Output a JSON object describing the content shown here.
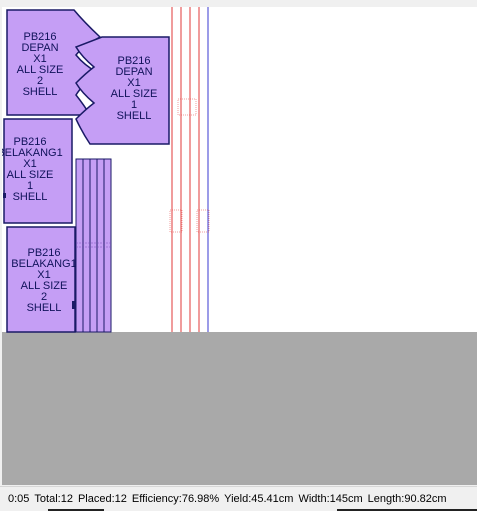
{
  "marker": {
    "colors": {
      "paper": "#ffffff",
      "background": "#a9a9a9",
      "piece_fill": "#c59ef5",
      "piece_stroke": "#1a1a66",
      "piece_text": "#10125a",
      "line_red": "#e23a3a",
      "line_blue": "#3a3ad0"
    },
    "pieces": {
      "depan2": [
        "PB216",
        "DEPAN",
        "X1",
        "ALL SIZE",
        "2",
        "SHELL"
      ],
      "depan1": [
        "PB216",
        "DEPAN",
        "X1",
        "ALL SIZE",
        "1",
        "SHELL"
      ],
      "belakang1": [
        "PB216",
        "BELAKANG1",
        "X1",
        "ALL SIZE",
        "1",
        "SHELL"
      ],
      "belakang2": [
        "PB216",
        "BELAKANG1",
        "X1",
        "ALL SIZE",
        "2",
        "SHELL"
      ]
    }
  },
  "status": {
    "time": "0:05",
    "total": "Total:12",
    "placed": "Placed:12",
    "efficiency": "Efficiency:76.98%",
    "yield": "Yield:45.41cm",
    "width": "Width:145cm",
    "length": "Length:90.82cm"
  }
}
